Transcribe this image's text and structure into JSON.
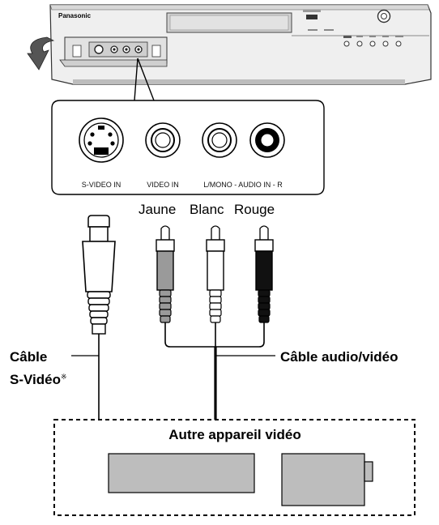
{
  "recorder": {
    "brand": "Panasonic"
  },
  "jack_panel": {
    "jacks": [
      {
        "id": "svideo",
        "label": "S-VIDEO IN"
      },
      {
        "id": "video",
        "label": "VIDEO IN"
      },
      {
        "id": "audio",
        "label": "L/MONO - AUDIO IN - R"
      }
    ]
  },
  "plug_colors": {
    "yellow": "Jaune",
    "white": "Blanc",
    "red": "Rouge"
  },
  "cables": {
    "svideo_line1": "Câble",
    "svideo_line2": "S-Vidéo",
    "svideo_mark": "※",
    "av": "Câble audio/vidéo"
  },
  "device": {
    "title": "Autre appareil vidéo"
  }
}
